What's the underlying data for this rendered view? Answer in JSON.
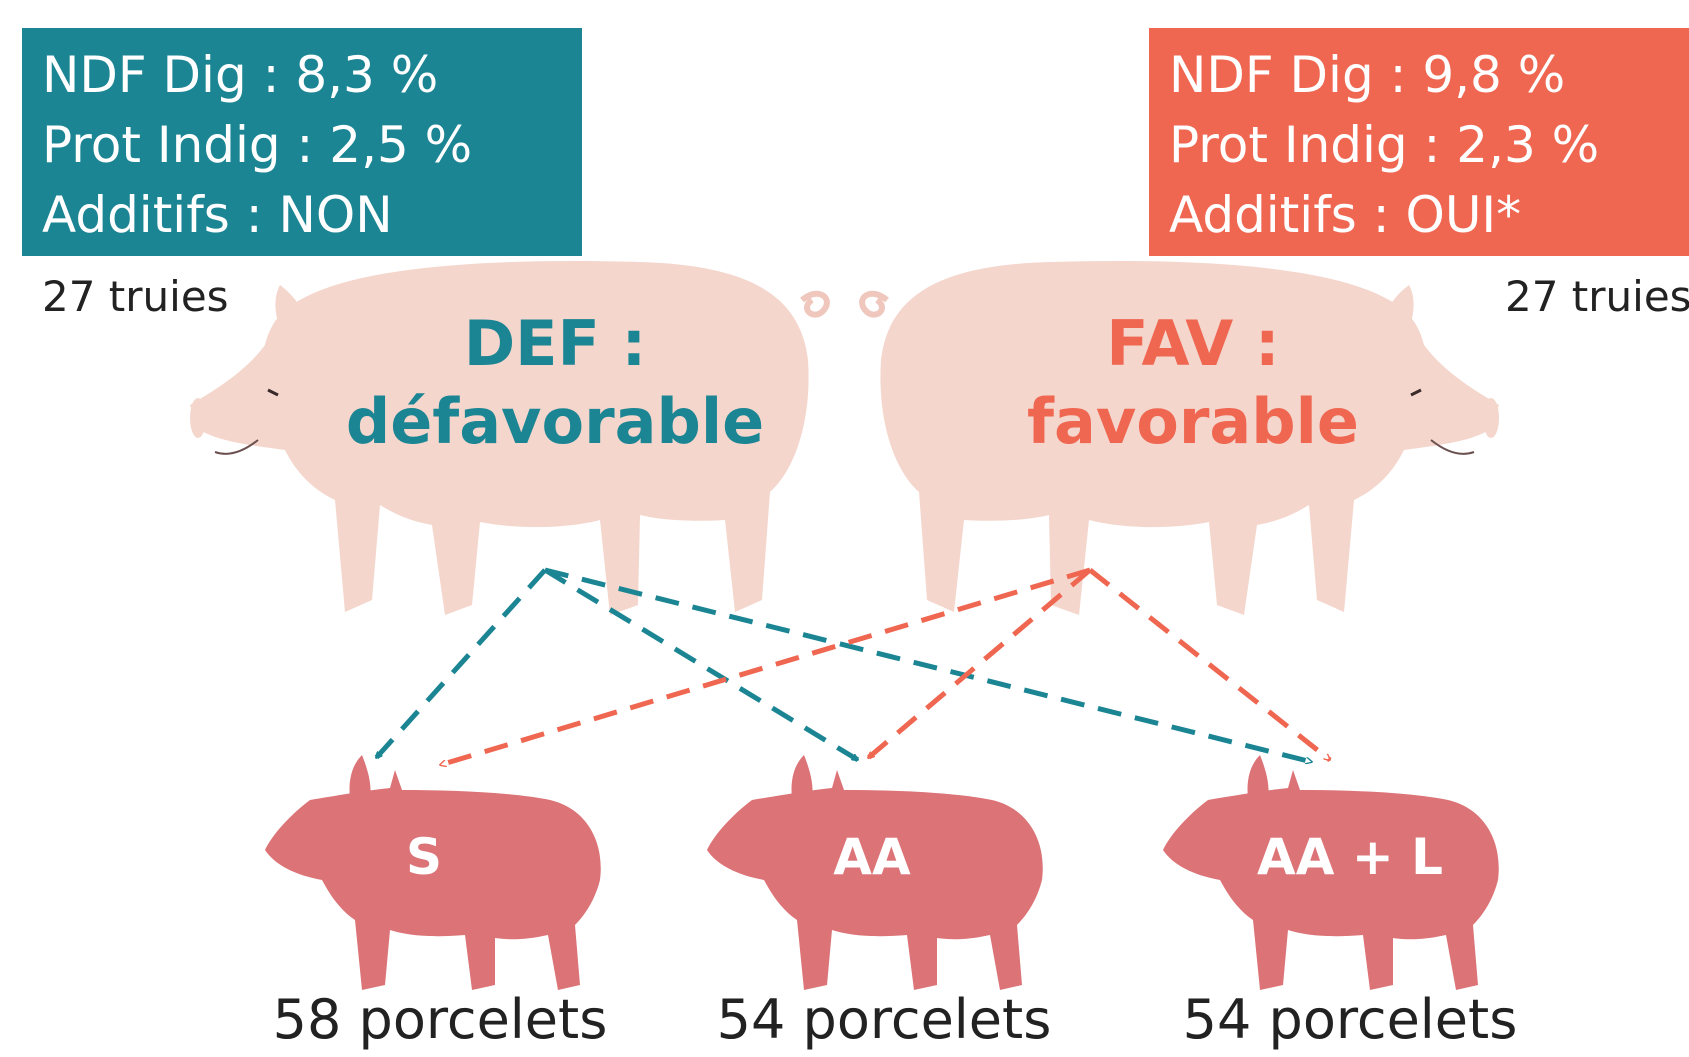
{
  "def_box": {
    "line1": "NDF Dig : 8,3 %",
    "line2": "Prot Indig : 2,5 %",
    "line3": "Additifs : NON",
    "color": "#1b8594"
  },
  "fav_box": {
    "line1": "NDF Dig : 9,8 %",
    "line2": "Prot Indig : 2,3 %",
    "line3": "Additifs : OUI*",
    "color": "#ef6651"
  },
  "sows": {
    "def_count": "27 truies",
    "fav_count": "27 truies",
    "def_title": "DEF :",
    "def_subtitle": "défavorable",
    "fav_title": "FAV :",
    "fav_subtitle": "favorable",
    "body_color": "#f4d6cc"
  },
  "piglets": {
    "color": "#dc7377",
    "groups": [
      {
        "label": "S",
        "count": "58 porcelets"
      },
      {
        "label": "AA",
        "count": "54 porcelets"
      },
      {
        "label": "AA + L",
        "count": "54 porcelets"
      }
    ]
  },
  "arrows": {
    "def_color": "#1b8594",
    "fav_color": "#ef6651",
    "style": "dashed"
  }
}
